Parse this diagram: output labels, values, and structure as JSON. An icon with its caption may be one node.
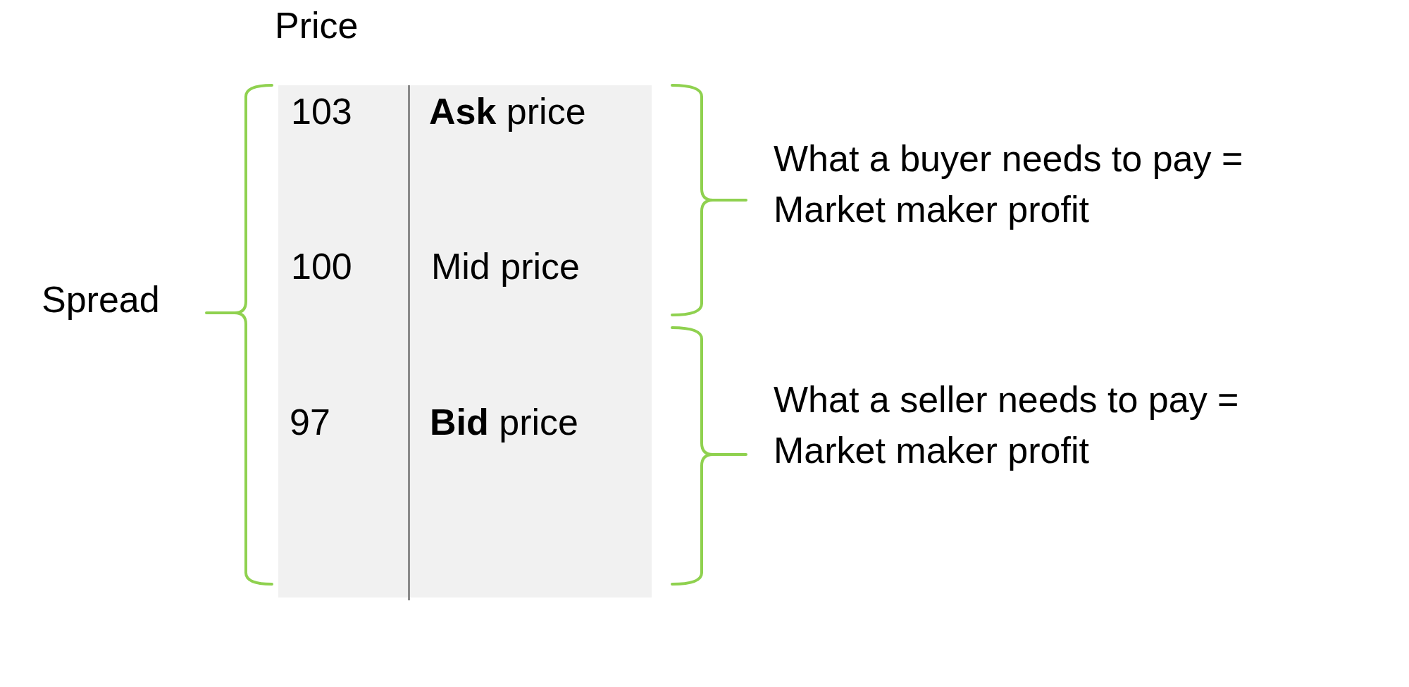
{
  "diagram": {
    "nodes": [
      {
        "text": [
          "103",
          "**Ask** price",
          "100",
          "Mid price",
          "97",
          "**Bid** price"
        ]
      }
    ],
    "labels": [
      "Price",
      "Spread",
      "What a buyer needs to pay = Market maker profit",
      "What a seller needs to pay = Market maker profit"
    ]
  }
}
